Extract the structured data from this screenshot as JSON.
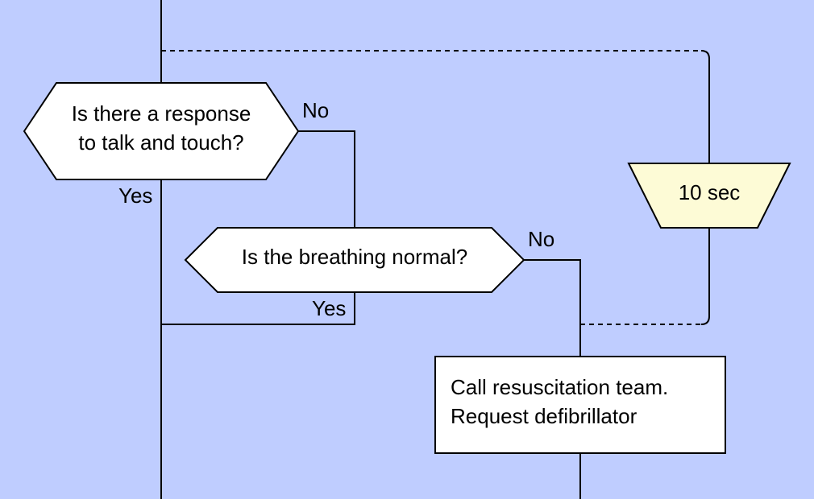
{
  "colors": {
    "background": "#bfcdff",
    "shape_fill": "#ffffff",
    "timer_fill": "#fdfbd6",
    "stroke": "#000000"
  },
  "diagram": {
    "decision_response": {
      "line1": "Is there a response",
      "line2": "to talk and touch?"
    },
    "decision_breathing": {
      "text": "Is the breathing normal?"
    },
    "timer": {
      "text": "10 sec"
    },
    "action_call": {
      "line1": "Call resuscitation team.",
      "line2": "Request defibrillator"
    },
    "edge_labels": {
      "response_no": "No",
      "response_yes": "Yes",
      "breathing_no": "No",
      "breathing_yes": "Yes"
    }
  }
}
